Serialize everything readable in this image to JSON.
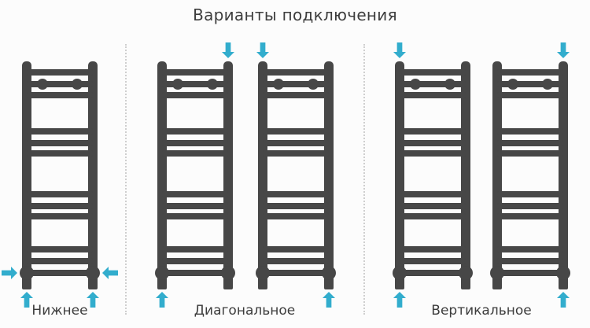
{
  "title": "Варианты подключения",
  "colors": {
    "radiator": "#474747",
    "arrow": "#32adcd",
    "text": "#3d3d3d",
    "divider": "#cfcfcf",
    "background": "#fcfcfc"
  },
  "variants": [
    {
      "label": "Нижнее",
      "radiators": [
        {
          "name": "towel-rail-bottom-connection",
          "arrows": [
            "side-left-in",
            "side-right-in",
            "bottom-left-up",
            "bottom-right-up"
          ]
        }
      ]
    },
    {
      "label": "Диагональное",
      "radiators": [
        {
          "name": "towel-rail-diagonal-left-unit",
          "arrows": [
            "top-right-down",
            "bottom-left-up"
          ]
        },
        {
          "name": "towel-rail-diagonal-right-unit",
          "arrows": [
            "top-left-down",
            "bottom-right-up"
          ]
        }
      ]
    },
    {
      "label": "Вертикальное",
      "radiators": [
        {
          "name": "towel-rail-vertical-left-unit",
          "arrows": [
            "top-left-down",
            "bottom-left-up"
          ]
        },
        {
          "name": "towel-rail-vertical-right-unit",
          "arrows": [
            "top-right-down",
            "bottom-right-up"
          ]
        }
      ]
    }
  ]
}
